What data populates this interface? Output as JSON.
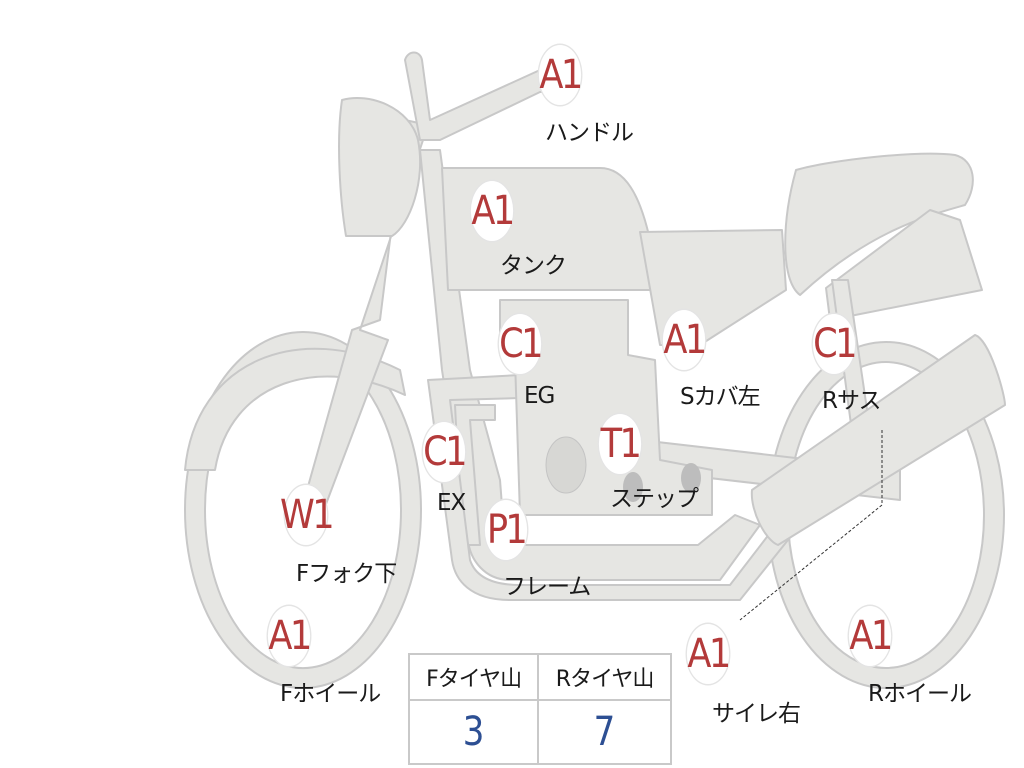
{
  "parts": [
    {
      "id": "handle",
      "grade": "A1",
      "label": "ハンドル"
    },
    {
      "id": "tank",
      "grade": "A1",
      "label": "タンク"
    },
    {
      "id": "engine",
      "grade": "C1",
      "label": "EG"
    },
    {
      "id": "side-cover-left",
      "grade": "A1",
      "label": "Sカバ左"
    },
    {
      "id": "rear-suspension",
      "grade": "C1",
      "label": "Rサス"
    },
    {
      "id": "exhaust",
      "grade": "C1",
      "label": "EX"
    },
    {
      "id": "step",
      "grade": "T1",
      "label": "ステップ"
    },
    {
      "id": "front-fork-lower",
      "grade": "W1",
      "label": "Fフォク下"
    },
    {
      "id": "frame",
      "grade": "P1",
      "label": "フレーム"
    },
    {
      "id": "front-wheel",
      "grade": "A1",
      "label": "Fホイール"
    },
    {
      "id": "silencer-right",
      "grade": "A1",
      "label": "サイレ右"
    },
    {
      "id": "rear-wheel",
      "grade": "A1",
      "label": "Rホイール"
    }
  ],
  "tire_tread": {
    "front_label": "Fタイヤ山",
    "rear_label": "Rタイヤ山",
    "front_value": "3",
    "rear_value": "7"
  },
  "colors": {
    "body_fill": "#e6e6e3",
    "body_stroke": "#c8c8c8",
    "grade_text": "#b33a3a",
    "tread_value": "#2d4f93"
  }
}
